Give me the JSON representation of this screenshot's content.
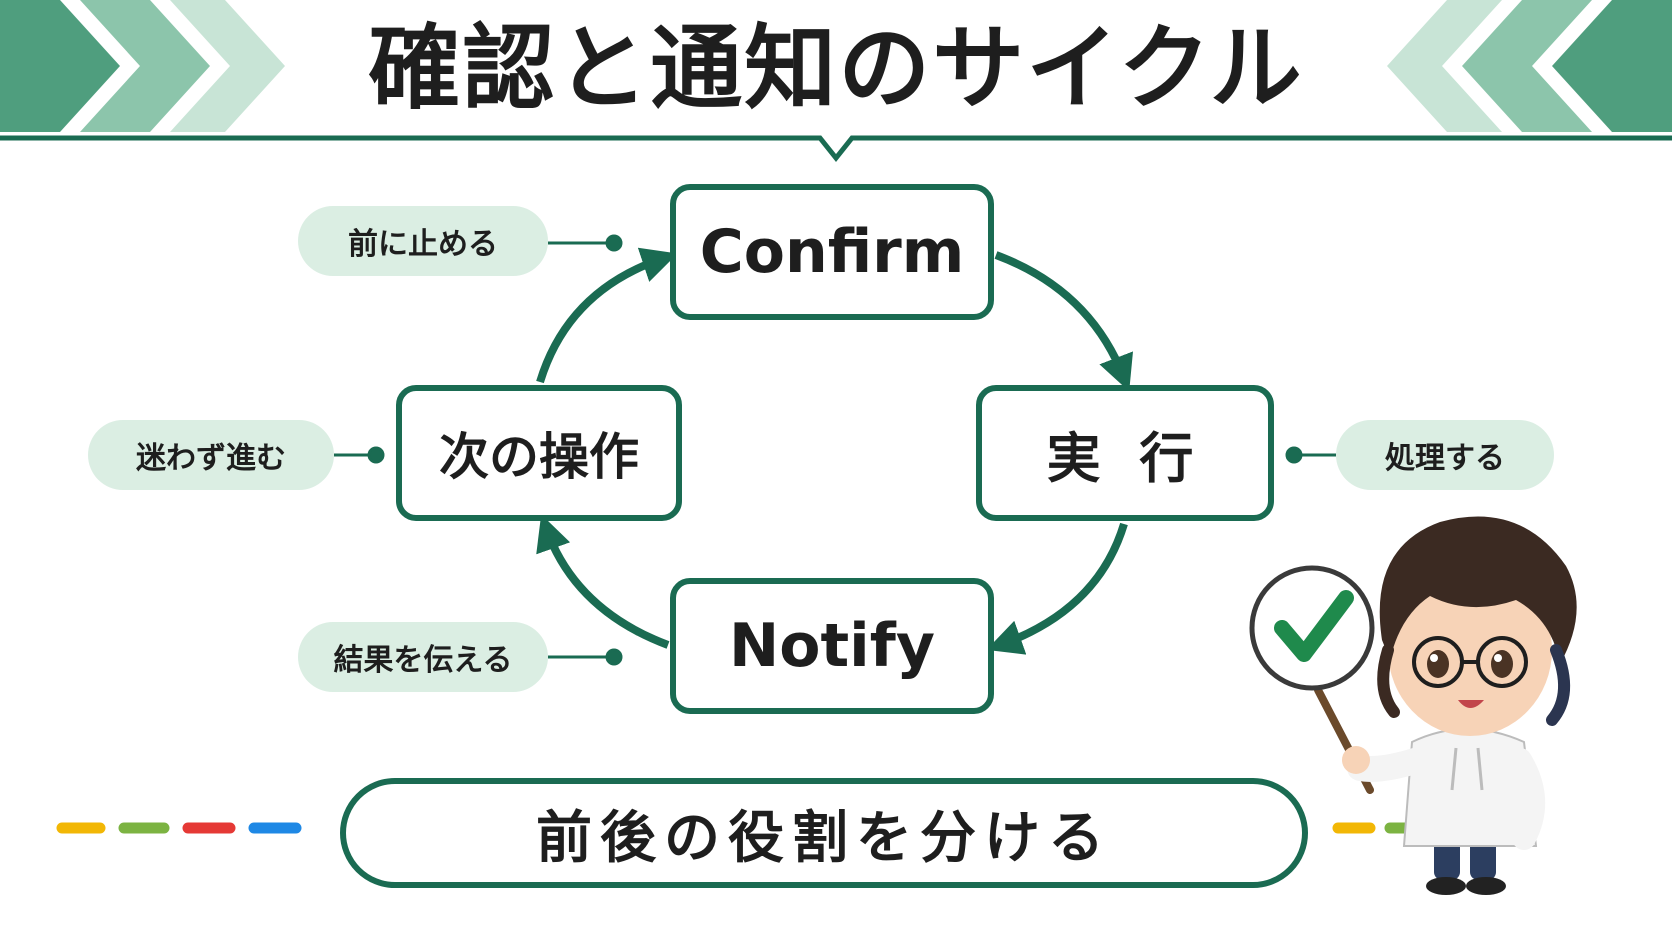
{
  "title": "確認と通知のサイクル",
  "cycle": {
    "nodes": {
      "confirm": "Confirm",
      "execute": "実 行",
      "notify": "Notify",
      "next_operation": "次の操作"
    },
    "labels": {
      "confirm": "前に止める",
      "execute": "処理する",
      "notify": "結果を伝える",
      "next_operation": "迷わず進む"
    }
  },
  "footer": "前後の役割を分ける",
  "colors": {
    "primary_green": "#1a6b52",
    "pill_background": "#dbeee3",
    "banner_green_dark": "#4f9e7e",
    "banner_green_mid": "#8cc5ab",
    "banner_green_light": "#c8e4d6",
    "dash_yellow": "#f2b705",
    "dash_green": "#7cb342",
    "dash_red": "#e53935",
    "dash_blue": "#1e88e5",
    "text_dark": "#1e1e1e"
  },
  "icons": {
    "mascot": "character-holding-checkmark-sign-icon",
    "check": "checkmark-icon"
  }
}
